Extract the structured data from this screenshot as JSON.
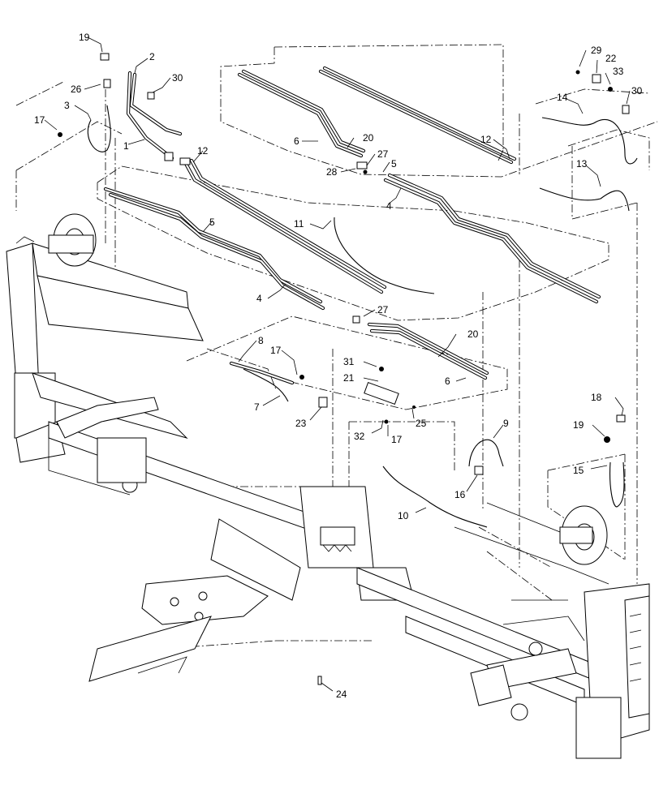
{
  "diagram": {
    "callouts": [
      {
        "id": "c1",
        "text": "1"
      },
      {
        "id": "c2",
        "text": "2"
      },
      {
        "id": "c3",
        "text": "3"
      },
      {
        "id": "c4a",
        "text": "4"
      },
      {
        "id": "c4b",
        "text": "4"
      },
      {
        "id": "c5a",
        "text": "5"
      },
      {
        "id": "c5b",
        "text": "5"
      },
      {
        "id": "c6a",
        "text": "6"
      },
      {
        "id": "c6b",
        "text": "6"
      },
      {
        "id": "c7",
        "text": "7"
      },
      {
        "id": "c8",
        "text": "8"
      },
      {
        "id": "c9",
        "text": "9"
      },
      {
        "id": "c10",
        "text": "10"
      },
      {
        "id": "c11",
        "text": "11"
      },
      {
        "id": "c12a",
        "text": "12"
      },
      {
        "id": "c12b",
        "text": "12"
      },
      {
        "id": "c13",
        "text": "13"
      },
      {
        "id": "c14",
        "text": "14"
      },
      {
        "id": "c15",
        "text": "15"
      },
      {
        "id": "c16",
        "text": "16"
      },
      {
        "id": "c17a",
        "text": "17"
      },
      {
        "id": "c17b",
        "text": "17"
      },
      {
        "id": "c17c",
        "text": "17"
      },
      {
        "id": "c18",
        "text": "18"
      },
      {
        "id": "c19a",
        "text": "19"
      },
      {
        "id": "c19b",
        "text": "19"
      },
      {
        "id": "c20a",
        "text": "20"
      },
      {
        "id": "c20b",
        "text": "20"
      },
      {
        "id": "c21",
        "text": "21"
      },
      {
        "id": "c22",
        "text": "22"
      },
      {
        "id": "c23",
        "text": "23"
      },
      {
        "id": "c24",
        "text": "24"
      },
      {
        "id": "c25",
        "text": "25"
      },
      {
        "id": "c26",
        "text": "26"
      },
      {
        "id": "c27a",
        "text": "27"
      },
      {
        "id": "c27b",
        "text": "27"
      },
      {
        "id": "c28",
        "text": "28"
      },
      {
        "id": "c29",
        "text": "29"
      },
      {
        "id": "c30a",
        "text": "30"
      },
      {
        "id": "c30b",
        "text": "30"
      },
      {
        "id": "c31",
        "text": "31"
      },
      {
        "id": "c32",
        "text": "32"
      },
      {
        "id": "c33",
        "text": "33"
      }
    ]
  }
}
